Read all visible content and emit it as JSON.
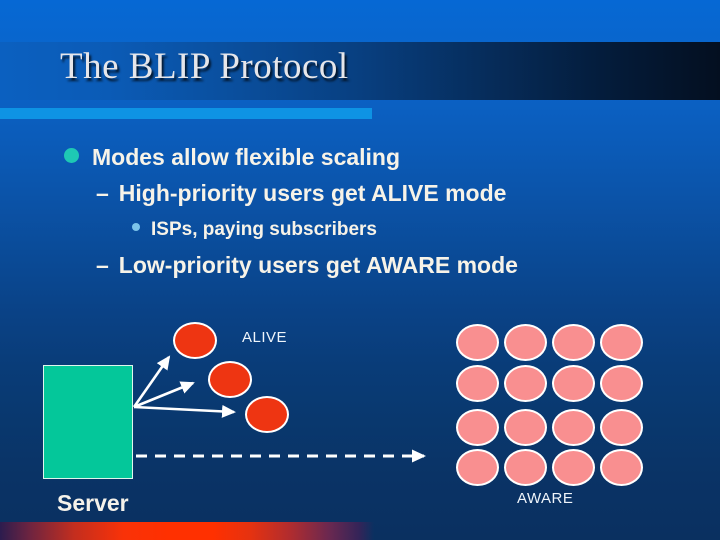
{
  "title": "The BLIP Protocol",
  "bullets": [
    {
      "text": "Modes allow flexible scaling"
    },
    {
      "marker": "–",
      "text": "High-priority users get ALIVE mode"
    },
    {
      "text": "ISPs, paying subscribers"
    },
    {
      "marker": "–",
      "text": "Low-priority users get AWARE mode"
    }
  ],
  "diagram": {
    "server_label": "Server",
    "alive_label": "ALIVE",
    "aware_label": "AWARE",
    "alive_nodes": 3,
    "aware_grid": {
      "rows": 4,
      "cols": 4
    }
  },
  "colors": {
    "bullet_teal": "#1EC8B4",
    "server_green": "#04C79A",
    "alive_red": "#EE3512",
    "aware_pink": "#F98F90",
    "accent_bar_blue": "#0E93E4",
    "bottom_bar_red": "#FF3000",
    "text_cream": "#F7F3E8"
  }
}
